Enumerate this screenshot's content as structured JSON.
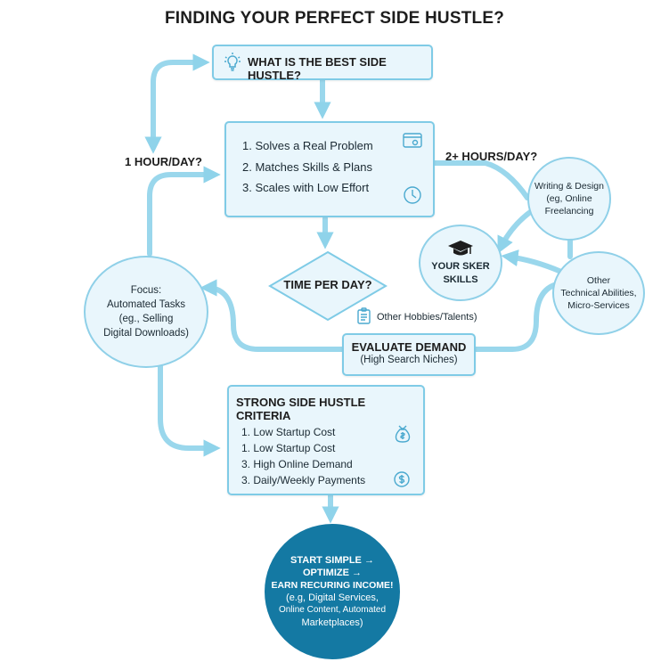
{
  "title": "FINDING YOUR PERFECT SIDE HUSTLE?",
  "question_box": {
    "text": "WHAT IS THE BEST SIDE HUSTLE?"
  },
  "criteria_box": {
    "items": [
      "1. Solves a Real Problem",
      "2. Matches Skills & Plans",
      "3. Scales with Low Effort"
    ]
  },
  "labels": {
    "one_hour": "1 HOUR/DAY?",
    "two_hours": "2+ HOURS/DAY?"
  },
  "decision": {
    "text": "TIME PER DAY?"
  },
  "hobbies": {
    "text": "Other Hobbies/Talents)"
  },
  "focus_circle": {
    "lines": [
      "Focus:",
      "Automated Tasks",
      "(eg., Selling",
      "Digital Downloads)"
    ]
  },
  "skills_circle": {
    "lines": [
      "YOUR SKER",
      "SKILLS"
    ]
  },
  "writing_circle": {
    "lines": [
      "Writing & Design",
      "(eg, Online",
      "Freelancing"
    ]
  },
  "other_circle": {
    "lines": [
      "Other",
      "Technical Abilities,",
      "Micro-Services"
    ]
  },
  "evaluate_box": {
    "title": "EVALUATE DEMAND",
    "subtitle": "(High Search Niches)"
  },
  "strong_box": {
    "title": "STRONG SIDE HUSTLE CRITERIA",
    "items": [
      "1. Low Startup Cost",
      "1. Low Startup Cost",
      "3. High Online Demand",
      "3. Daily/Weekly Payments"
    ]
  },
  "final_circle": {
    "lines": [
      "START SIMPLE →",
      "OPTIMIZE →",
      "EARN RECURING INCOME!",
      "(e.g, Digital Services,",
      "Online Content, Automated",
      "Marketplaces)"
    ]
  },
  "colors": {
    "accent": "#7fcbe6",
    "box_fill": "#e9f6fc",
    "final": "#1479a3",
    "text": "#1b2a33"
  },
  "icons": [
    "lightbulb-icon",
    "browser-window-icon",
    "clock-icon",
    "graduation-cap-icon",
    "clipboard-icon",
    "money-bag-icon",
    "dollar-coin-icon",
    "arrow-icon"
  ]
}
